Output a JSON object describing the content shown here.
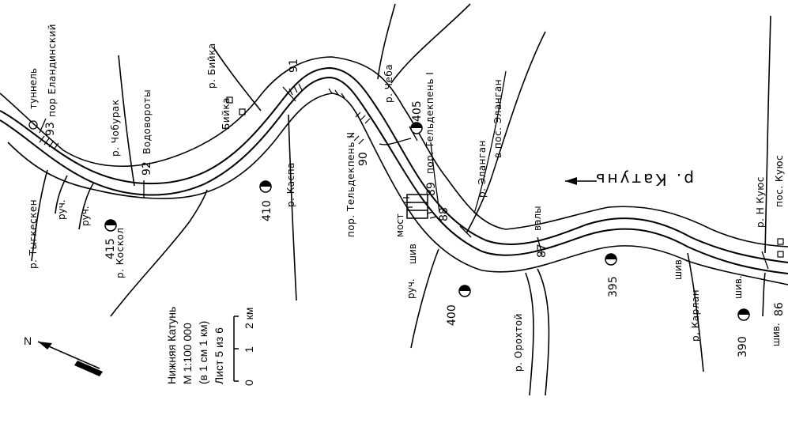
{
  "map": {
    "title": "Нижняя Катунь",
    "scale": "М 1:100 000",
    "scale_note": "(в 1 см 1 км)",
    "sheet": "Лист 5 из 6",
    "scale_bar": {
      "ticks": [
        "0",
        "1",
        "2 км"
      ]
    },
    "north_label": "N",
    "main_river": "р. Катунь",
    "rivers": {
      "tygykesken": "р. Тыгкескен",
      "choburak": "р. Чобурак",
      "koskol": "р. Коскол",
      "bijka": "р. Бийка",
      "kaspa": "р. Каспа",
      "cheba": "р. Чеба",
      "elangan": "р. Эланган",
      "orokto": "р. Орохтой",
      "karlan": "р. Карлан",
      "n_kuyus": "р. Н Куюс"
    },
    "features": {
      "tunnel": "туннель",
      "por_elandinsky": "пор Еландинский",
      "vodovoroty": "Водовороты",
      "ruch1": "руч.",
      "ruch2": "руч.",
      "ruch3": "руч.",
      "bijka_village": "Бийка",
      "por_teldekpen1": "пор. Тельдекпень I",
      "por_teldekpen2": "пор. Тельдекпень II",
      "most": "мост",
      "shiv1": "шив",
      "shiv2": "шив",
      "shiv3": "шив.",
      "shiv4": "шив.",
      "valy": "валы",
      "pos_elangan": "в пос. Эланган",
      "pos_kuyus": "пос. Куюс"
    },
    "km_marks": [
      "93",
      "92",
      "91",
      "90",
      "89",
      "88",
      "87",
      "86"
    ],
    "elevations": [
      "415",
      "410",
      "405",
      "400",
      "395",
      "390"
    ]
  }
}
